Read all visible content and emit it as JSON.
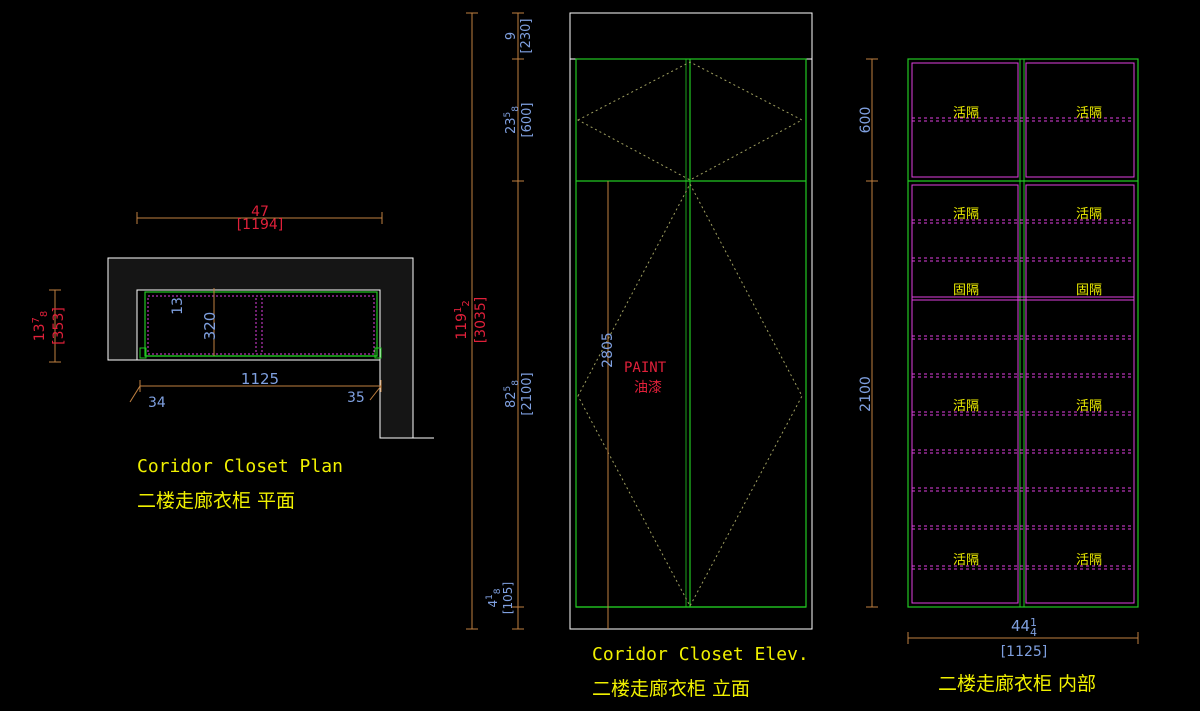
{
  "plan": {
    "title_en": "Coridor Closet Plan",
    "title_cn": "二楼走廊衣柜 平面",
    "dims": {
      "width_frac": "47",
      "width_mm": "[1194]",
      "depth_frac_whole": "13",
      "depth_frac_num": "7",
      "depth_frac_den": "8",
      "depth_mm": "[353]",
      "inner_width": "1125",
      "inner_depth": "320",
      "gap_top": "13",
      "left_side": "34",
      "right_side": "35"
    }
  },
  "elevation": {
    "title_en": "Coridor Closet Elev.",
    "title_cn": "二楼走廊衣柜 立面",
    "paint_en": "PAINT",
    "paint_cn": "油漆",
    "door_height": "2805",
    "dims": {
      "top_frac": "9",
      "top_mm": "[230]",
      "upper_whole": "23",
      "upper_num": "5",
      "upper_den": "8",
      "upper_mm": "[600]",
      "total_whole": "119",
      "total_num": "1",
      "total_den": "2",
      "total_mm": "[3035]",
      "lower_whole": "82",
      "lower_num": "5",
      "lower_den": "8",
      "lower_mm": "[2100]",
      "base_whole": "4",
      "base_num": "1",
      "base_den": "8",
      "base_mm": "[105]"
    }
  },
  "interior": {
    "title_cn": "二楼走廊衣柜 内部",
    "dims": {
      "upper_height": "600",
      "lower_height": "2100",
      "width_whole": "44",
      "width_num": "1",
      "width_den": "4",
      "width_mm": "[1125]"
    },
    "labels": {
      "movable_shelf": "活隔",
      "fixed_shelf": "固隔"
    }
  },
  "colors": {
    "background": "#000000",
    "cabinet_green": "#22c822",
    "shelf_magenta": "#e040e0",
    "dim_red": "#e0203a",
    "dim_blue": "#7fa0e0",
    "title_yellow": "#f0f000",
    "outline_white": "#ffffff",
    "dim_line_orange": "#c08040"
  }
}
